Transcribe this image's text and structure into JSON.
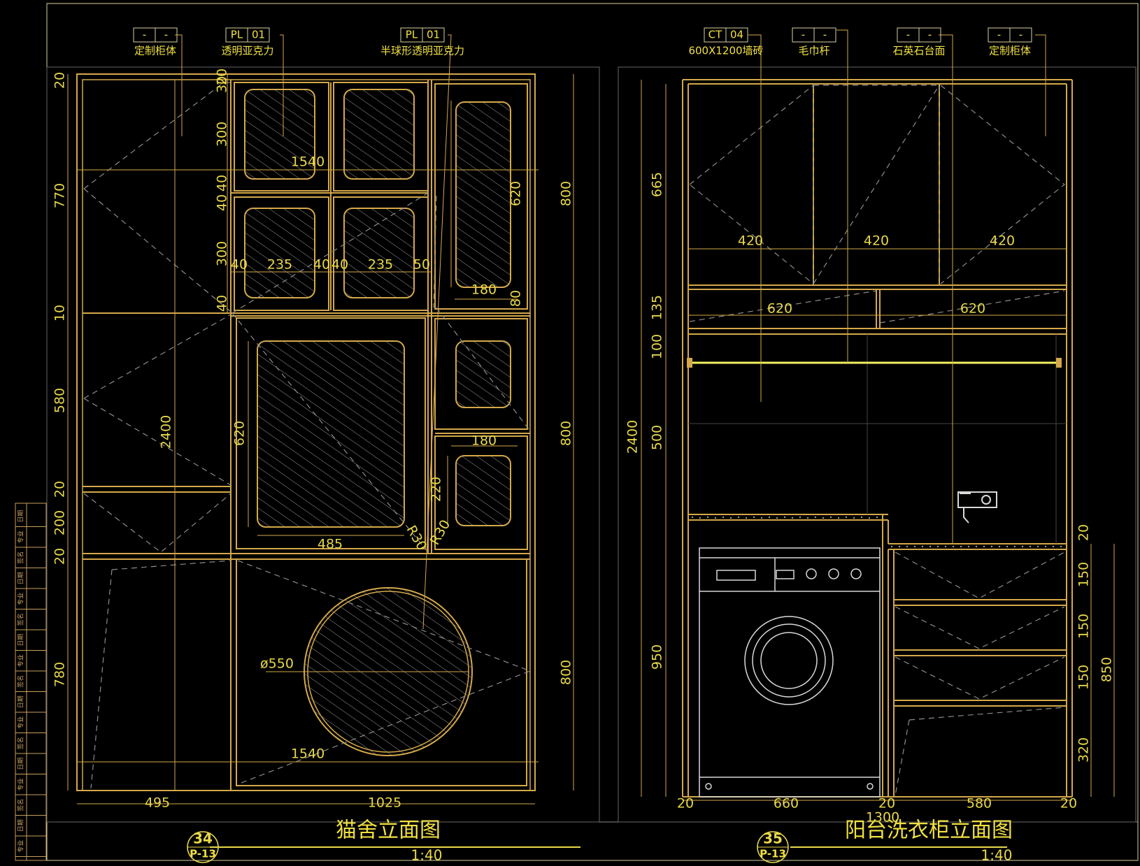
{
  "drawings": [
    {
      "id": "cat-house",
      "title": "猫舍立面图",
      "scale": "1:40",
      "sheet": {
        "number": "34",
        "ref": "P-13"
      },
      "callouts": [
        {
          "code": [
            "-",
            "-"
          ],
          "label": "定制柜体"
        },
        {
          "code": [
            "PL",
            "01"
          ],
          "label": "透明亚克力"
        },
        {
          "code": [
            "PL",
            "01"
          ],
          "label": "半球形透明亚克力"
        }
      ],
      "dims": {
        "left_rail": [
          "20",
          "770",
          "10",
          "580",
          "20",
          "200",
          "20",
          "780"
        ],
        "right_rail": [
          "800",
          "800",
          "800"
        ],
        "inner_rail": [
          "30",
          "20",
          "300",
          "40",
          "40",
          "300",
          "40"
        ],
        "overall_height": "2400",
        "overall_width": "1540",
        "overall_width_lower": "1540",
        "window_row": [
          "40",
          "235",
          "40",
          "40",
          "235",
          "50"
        ],
        "slot_width": "180",
        "slot_height": "620",
        "slot_bottom": "80",
        "panel_height": "620",
        "panel_width": "485",
        "radius_1": "R30",
        "radius_2": "R30",
        "small_height": "220",
        "small_width": "180",
        "circle": "ø550",
        "bottom_1": "495",
        "bottom_2": "1025"
      }
    },
    {
      "id": "laundry-cabinet",
      "title": "阳台洗衣柜立面图",
      "scale": "1:40",
      "sheet": {
        "number": "35",
        "ref": "P-13"
      },
      "callouts": [
        {
          "code": [
            "CT",
            "04"
          ],
          "label": "600X1200墙砖"
        },
        {
          "code": [
            "-",
            "-"
          ],
          "label": "毛巾杆"
        },
        {
          "code": [
            "-",
            "-"
          ],
          "label": "石英石台面"
        },
        {
          "code": [
            "-",
            "-"
          ],
          "label": "定制柜体"
        }
      ],
      "dims": {
        "left_rail": [
          "665",
          "135",
          "100",
          "500",
          "950"
        ],
        "overall_height": "2400",
        "door_widths": [
          "420",
          "420",
          "420"
        ],
        "drawer_widths": [
          "620",
          "620"
        ],
        "right_rail": [
          "20",
          "150",
          "150",
          "150",
          "320"
        ],
        "right_total": "850",
        "bottom": [
          "20",
          "660",
          "20",
          "580",
          "20"
        ],
        "overall_width": "1300"
      }
    }
  ],
  "title_block_labels": [
    "日期",
    "专业",
    "签名",
    "日期",
    "专业",
    "签名",
    "日期",
    "专业",
    "签名",
    "日期",
    "专业",
    "签名",
    "日期",
    "专业",
    "签名",
    "日期",
    "专业"
  ],
  "colors": {
    "background": "#000000",
    "frame": "#d8d0a0",
    "cabinet": "#d4a84a",
    "dim": "#e8d84a",
    "hatch": "#9a9a9a",
    "dash": "#8c8c8c",
    "rod": "#f0f060"
  }
}
